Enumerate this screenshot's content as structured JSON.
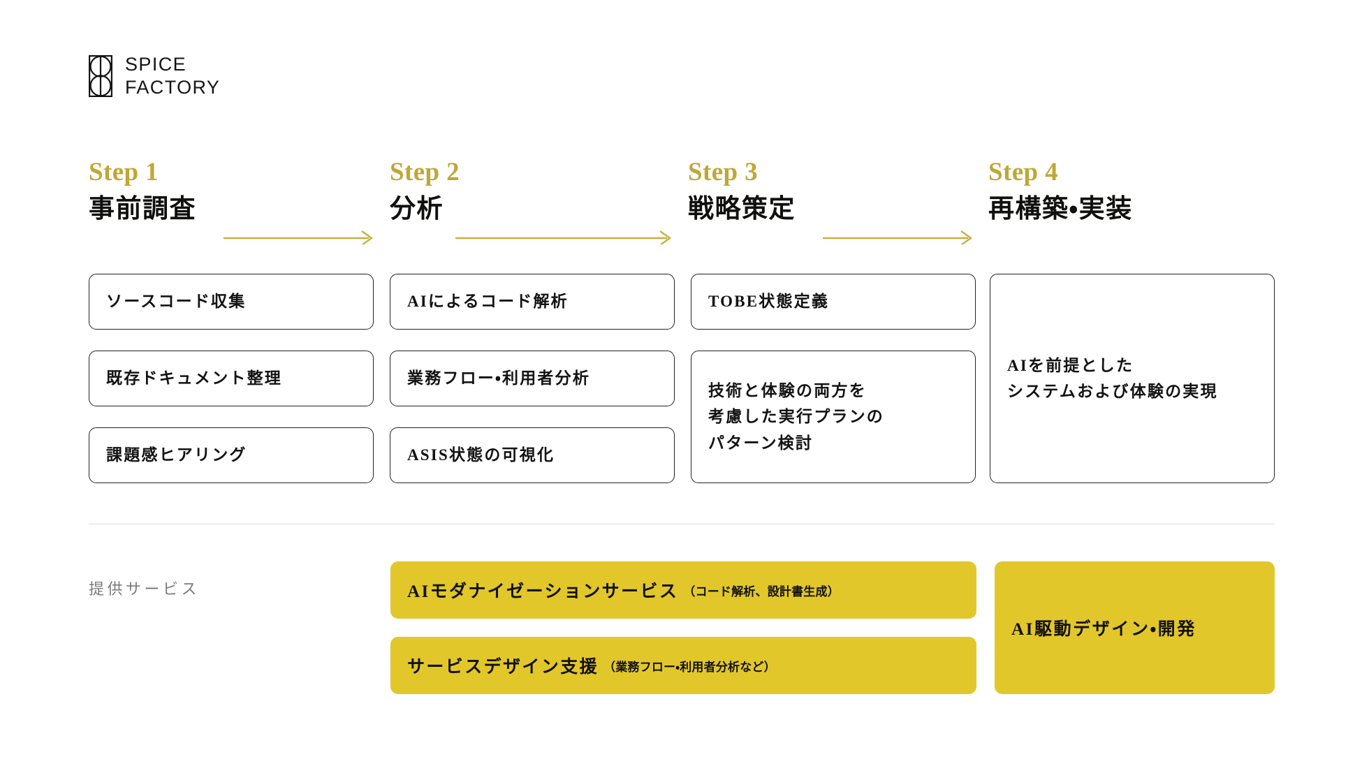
{
  "brand": {
    "logo_icon": "spice-factory-mark",
    "line1": "SPICE",
    "line2": "FACTORY"
  },
  "colors": {
    "gold_heading": "#c0a736",
    "gold_fill": "#e2c72b",
    "arrow": "#c8af3e",
    "card_border": "#222226",
    "divider": "#dcdcdc",
    "label_gray": "#7c7c7c",
    "text_black": "#131313"
  },
  "steps": [
    {
      "label": "Step 1",
      "title": "事前調査",
      "arrow_after": true
    },
    {
      "label": "Step 2",
      "title": "分析",
      "arrow_after": true
    },
    {
      "label": "Step 3",
      "title": "戦略策定",
      "arrow_after": true
    },
    {
      "label": "Step 4",
      "title": "再構築・実装",
      "arrow_after": false
    }
  ],
  "columns": [
    {
      "step": "Step 1",
      "cards": [
        {
          "text": "ソースコード収集"
        },
        {
          "text": "既存ドキュメント整理"
        },
        {
          "text": "課題感ヒアリング"
        }
      ]
    },
    {
      "step": "Step 2",
      "cards": [
        {
          "text": "AIによるコード解析"
        },
        {
          "text": "業務フロー・利用者分析"
        },
        {
          "text": "ASIS状態の可視化"
        }
      ]
    },
    {
      "step": "Step 3",
      "cards": [
        {
          "text": "TOBE状態定義"
        },
        {
          "text": "技術と体験の両方を\n考慮した実行プランの\nパターン検討"
        }
      ]
    },
    {
      "step": "Step 4",
      "cards": [
        {
          "text": "AIを前提とした\nシステムおよび体験の実現"
        }
      ]
    }
  ],
  "services": {
    "label": "提供サービス",
    "bars": [
      {
        "main": "AIモダナイゼーションサービス",
        "sub": "（コード解析、設計書生成）"
      },
      {
        "main": "サービスデザイン支援",
        "sub": "（業務フロー・利用者分析など）"
      }
    ],
    "block_right": {
      "main": "AI駆動デザイン・開発",
      "sub": ""
    }
  }
}
